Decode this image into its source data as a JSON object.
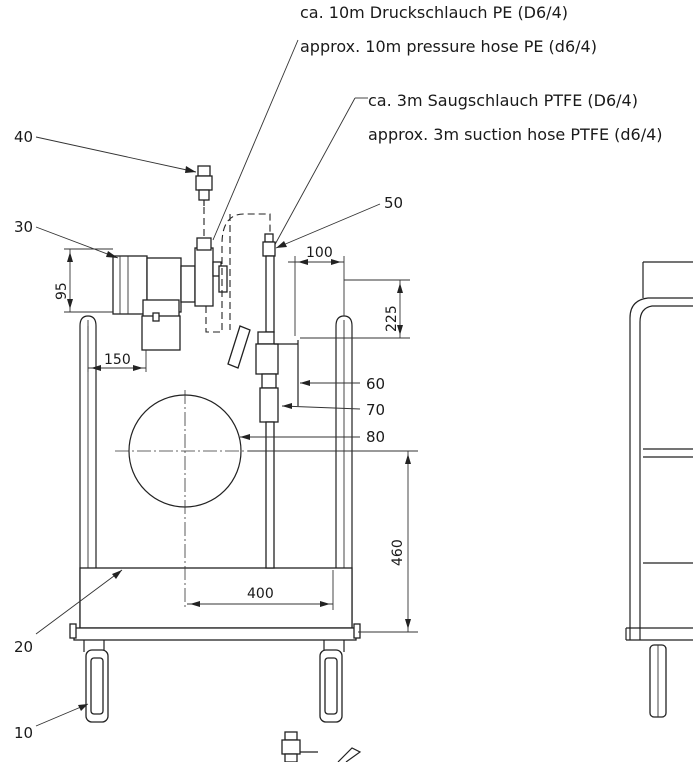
{
  "notes": {
    "pressure_hose_de": "ca. 10m Druckschlauch PE (D6/4)",
    "pressure_hose_en": "approx. 10m pressure hose PE (d6/4)",
    "suction_hose_de": "ca. 3m Saugschlauch PTFE (D6/4)",
    "suction_hose_en": "approx. 3m suction hose PTFE (d6/4)"
  },
  "positions": [
    "10",
    "20",
    "30",
    "40",
    "50",
    "60",
    "70",
    "80"
  ],
  "dimensions": {
    "d95": "95",
    "d100": "100",
    "d150": "150",
    "d225": "225",
    "d400": "400",
    "d460": "460"
  }
}
